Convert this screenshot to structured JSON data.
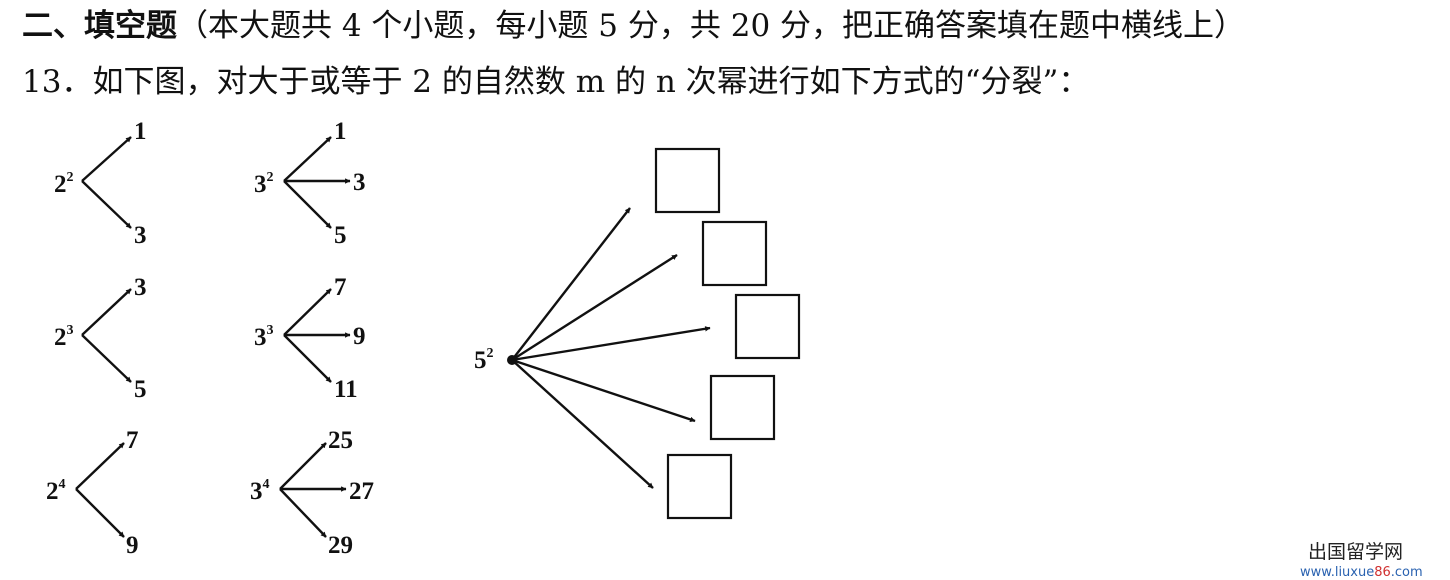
{
  "section": {
    "heading": "二、填空题",
    "instructions": "（本大题共 4 个小题，每小题 5 分，共 20 分，把正确答案填在题中横线上）"
  },
  "question": {
    "number": "13．",
    "text": "如下图，对大于或等于 2 的自然数 m 的 n 次幂进行如下方式的“分裂”："
  },
  "figure": {
    "examples": [
      {
        "base": "2",
        "exp": "2",
        "parts": [
          "1",
          "3"
        ]
      },
      {
        "base": "3",
        "exp": "2",
        "parts": [
          "1",
          "3",
          "5"
        ]
      },
      {
        "base": "2",
        "exp": "3",
        "parts": [
          "3",
          "5"
        ]
      },
      {
        "base": "3",
        "exp": "3",
        "parts": [
          "7",
          "9",
          "11"
        ]
      },
      {
        "base": "2",
        "exp": "4",
        "parts": [
          "7",
          "9"
        ]
      },
      {
        "base": "3",
        "exp": "4",
        "parts": [
          "25",
          "27",
          "29"
        ]
      }
    ],
    "target": {
      "base": "5",
      "exp": "2",
      "blank_count": 5
    }
  },
  "watermark": {
    "name": "出国留学网",
    "url_prefix": "www.liuxue",
    "url_highlight": "86",
    "url_suffix": ".com",
    "url_highlight_color": "#d03030"
  }
}
